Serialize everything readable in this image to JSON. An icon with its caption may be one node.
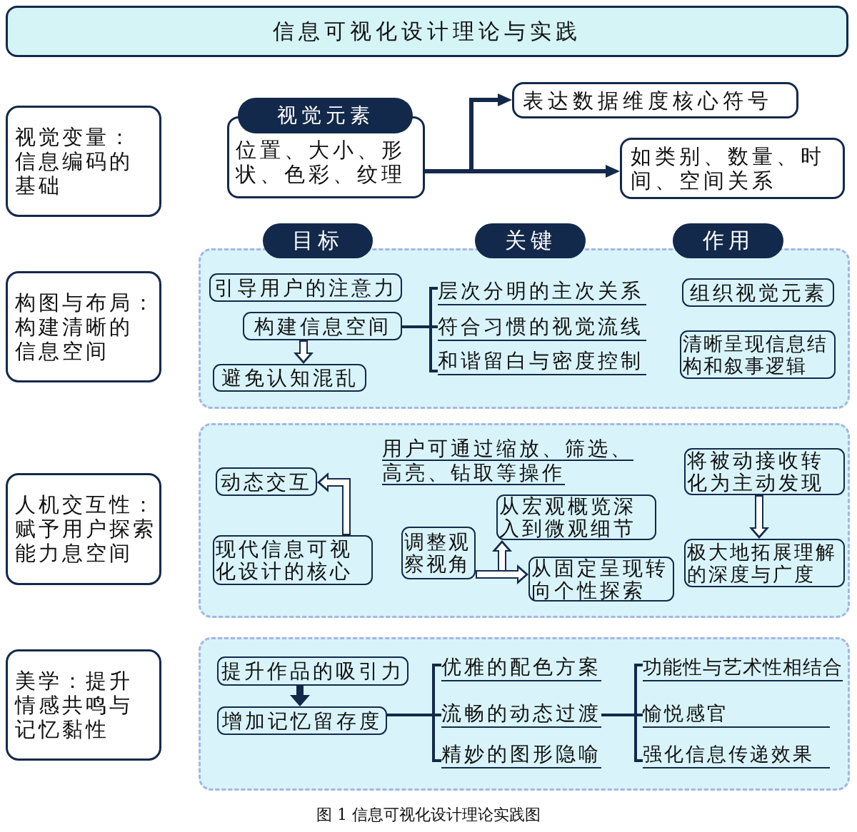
{
  "diagram": {
    "title": "信息可视化设计理论与实践",
    "caption": "图 1 信息可视化设计理论实践图",
    "nodes": [
      {
        "text": [
          "视觉变量：信息编码的基础"
        ]
      },
      {
        "text": [
          "视觉元素",
          "位置、大小、形状、色彩、纹理"
        ]
      },
      {
        "text": [
          "表达数据维度核心符号"
        ]
      },
      {
        "text": [
          "如类别、数量、时间、空间关系"
        ]
      },
      {
        "text": [
          "构图与布局：构建清晰的信息空间"
        ]
      },
      {
        "text": [
          "目标"
        ]
      },
      {
        "text": [
          "关键"
        ]
      },
      {
        "text": [
          "作用"
        ]
      },
      {
        "text": [],
        "shape": "box"
      },
      {
        "text": [
          "引导用户的注意力"
        ],
        "in": 8
      },
      {
        "text": [
          "构建信息空间"
        ],
        "in": 8
      },
      {
        "text": [
          "避免认知混乱"
        ],
        "in": 8
      },
      {
        "text": [
          "层次分明的主次关系"
        ],
        "in": 8
      },
      {
        "text": [
          "符合习惯的视觉流线"
        ],
        "in": 8
      },
      {
        "text": [
          "和谐留白与密度控制"
        ],
        "in": 8
      },
      {
        "text": [
          "组织视觉元素"
        ],
        "in": 8
      },
      {
        "text": [
          "清晰呈现信息结构和叙事逻辑"
        ],
        "in": 8
      },
      {
        "text": [
          "人机交互性：赋予用户探索能力息空间"
        ]
      },
      {
        "text": [],
        "shape": "box"
      },
      {
        "text": [
          "动态交互"
        ],
        "in": 18
      },
      {
        "text": [
          "现代信息可视化设计的核心"
        ],
        "in": 18
      },
      {
        "text": [
          "调整观察视角"
        ],
        "in": 18
      },
      {
        "text": [
          "从宏观概览深入到微观细节"
        ],
        "in": 18
      },
      {
        "text": [
          "从固定呈现转向个性探索"
        ],
        "in": 18
      },
      {
        "text": [
          "将被动接收转化为主动发现"
        ],
        "in": 18
      },
      {
        "text": [
          "极大地拓展理解的深度与广度"
        ],
        "in": 18
      },
      {
        "text": [
          "美学：提升情感共鸣与记忆黏性"
        ]
      },
      {
        "text": [],
        "shape": "box"
      },
      {
        "text": [
          "提升作品的吸引力"
        ],
        "in": 27
      },
      {
        "text": [
          "增加记忆留存度"
        ],
        "in": 27
      },
      {
        "text": [
          "优雅的配色方案"
        ],
        "in": 27
      },
      {
        "text": [
          "流畅的动态过渡"
        ],
        "in": 27
      },
      {
        "text": [
          "精妙的图形隐喻"
        ],
        "in": 27
      },
      {
        "text": [
          "功能性与艺术性相结合"
        ],
        "in": 27
      },
      {
        "text": [
          "愉悦感官"
        ],
        "in": 27
      },
      {
        "text": [
          "强化信息传递效果"
        ],
        "in": 27
      }
    ],
    "edges": [
      {
        "from": 1,
        "to": 2,
        "arrow": "to"
      },
      {
        "from": 1,
        "to": 3,
        "arrow": "to"
      },
      {
        "from": 10,
        "to": 11,
        "arrow": "to",
        "style": "thick"
      },
      {
        "from": 10,
        "to": 12,
        "arrow": "none"
      },
      {
        "from": 10,
        "to": 13,
        "arrow": "none"
      },
      {
        "from": 10,
        "to": 14,
        "arrow": "none"
      },
      {
        "from": 20,
        "to": 19,
        "arrow": "to",
        "style": "thick"
      },
      {
        "from": 21,
        "to": 22,
        "arrow": "to",
        "style": "thick"
      },
      {
        "from": 21,
        "to": 23,
        "arrow": "to",
        "style": "thick"
      },
      {
        "from": 24,
        "to": 25,
        "arrow": "to",
        "style": "thick"
      },
      {
        "from": 28,
        "to": 29,
        "arrow": "to",
        "style": "thick"
      },
      {
        "from": 29,
        "to": 30,
        "arrow": "none"
      },
      {
        "from": 29,
        "to": 31,
        "arrow": "none"
      },
      {
        "from": 29,
        "to": 32,
        "arrow": "none"
      },
      {
        "from": 31,
        "to": 33,
        "arrow": "none"
      },
      {
        "from": 31,
        "to": 34,
        "arrow": "none"
      },
      {
        "from": 31,
        "to": 35,
        "arrow": "none"
      }
    ],
    "labels": [
      "用户可通过缩放、筛选、高亮、钻取等操作"
    ]
  }
}
